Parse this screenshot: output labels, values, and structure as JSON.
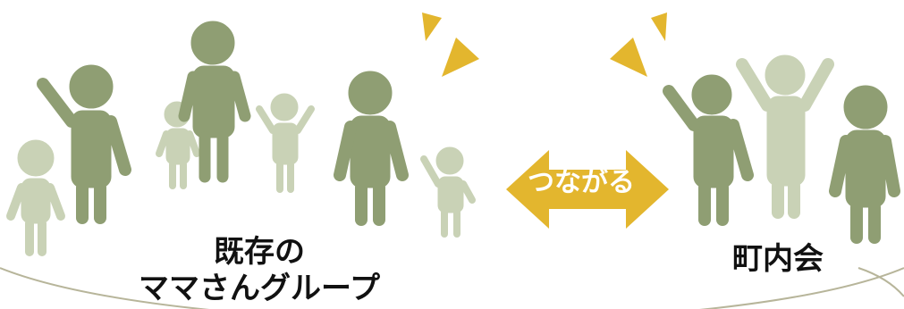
{
  "labels": {
    "left_line1": "既存の",
    "left_line2": "ママさんグループ",
    "right": "町内会",
    "arrow": "つながる"
  },
  "colors": {
    "adult": "#8f9e73",
    "child": "#c9d2b6",
    "child_mid": "#a8b690",
    "accent": "#e3b62e",
    "curve": "#b7b59a"
  }
}
